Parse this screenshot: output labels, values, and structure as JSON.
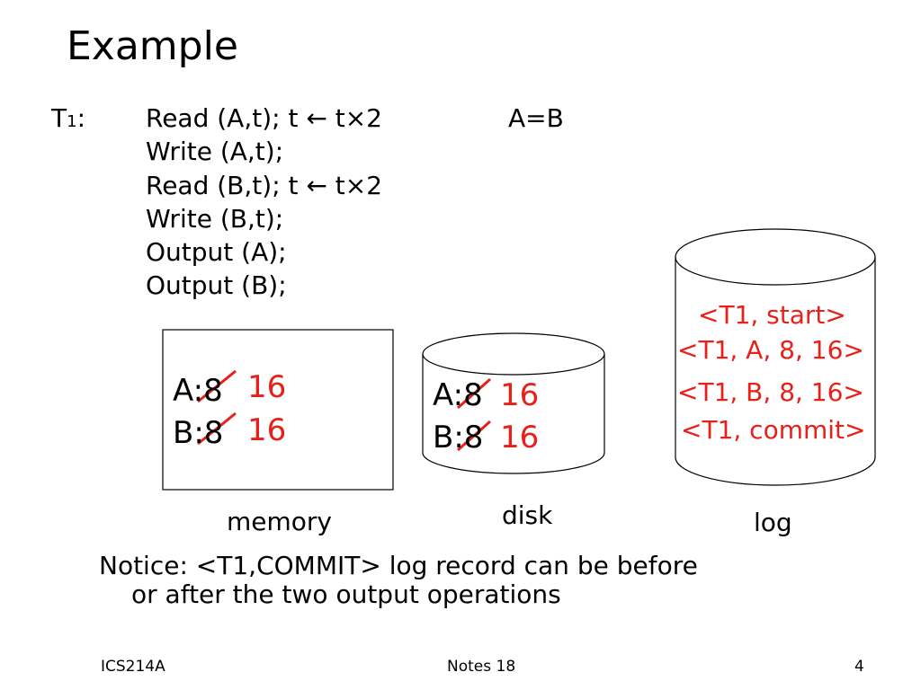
{
  "title": "Example",
  "transaction": {
    "name": "T",
    "name_sub": "1",
    "colon": ":",
    "lines": [
      "Read (A,t);  t ← t×2",
      "Write (A,t);",
      "Read (B,t);  t ← t×2",
      "Write (B,t);",
      "Output (A);",
      "Output (B);"
    ],
    "invariant": "A=B"
  },
  "memory": {
    "label": "memory",
    "rows": [
      {
        "prefix": "A:",
        "old": "8",
        "new": "16"
      },
      {
        "prefix": "B:",
        "old": "8",
        "new": "16"
      }
    ]
  },
  "disk": {
    "label": "disk",
    "rows": [
      {
        "prefix": "A:",
        "old": "8",
        "new": "16"
      },
      {
        "prefix": "B:",
        "old": "8",
        "new": "16"
      }
    ]
  },
  "log": {
    "label": "log",
    "records": [
      "<T1, start>",
      "<T1, A, 8, 16>",
      "<T1, B, 8, 16>",
      "<T1, commit>"
    ]
  },
  "notice": {
    "line1": "Notice: <T1,COMMIT> log record can be before",
    "line2": "or after the two output operations"
  },
  "footer": {
    "left": "ICS214A",
    "center": "Notes 18",
    "right": "4"
  },
  "colors": {
    "accent": "#e8201a",
    "text": "#000000"
  }
}
